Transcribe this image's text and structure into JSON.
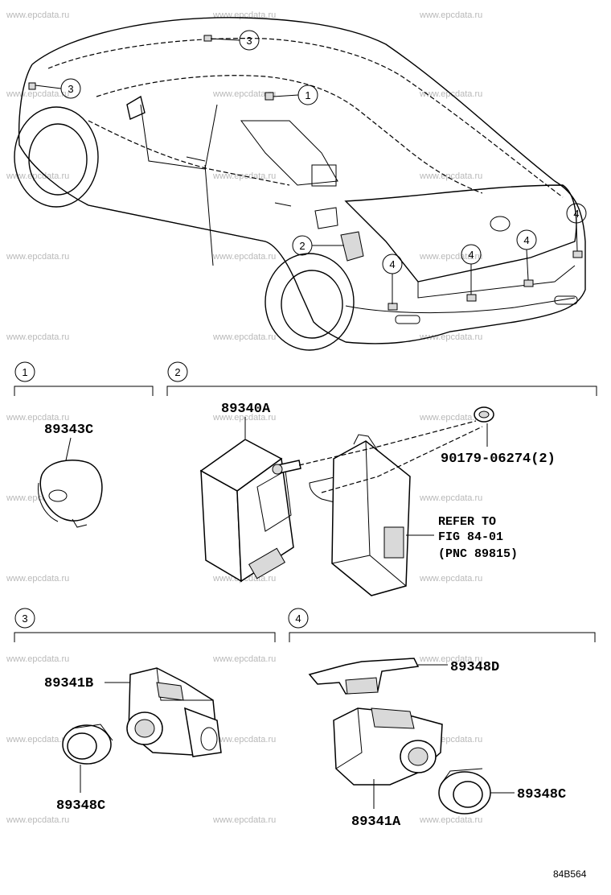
{
  "watermark": "www.epcdata.ru",
  "diagram_code": "84B564",
  "callouts_car": [
    {
      "num": "3"
    },
    {
      "num": "3"
    },
    {
      "num": "1"
    },
    {
      "num": "2"
    },
    {
      "num": "4"
    },
    {
      "num": "4"
    },
    {
      "num": "4"
    },
    {
      "num": "4"
    }
  ],
  "sections": [
    {
      "num": "1"
    },
    {
      "num": "2"
    },
    {
      "num": "3"
    },
    {
      "num": "4"
    }
  ],
  "parts": {
    "p89343C": "89343C",
    "p89340A": "89340A",
    "p90179": "90179-06274(2)",
    "refer_line1": "REFER TO",
    "refer_line2": "FIG 84-01",
    "refer_line3": "(PNC 89815)",
    "p89341B": "89341B",
    "p89348C_left": "89348C",
    "p89348D": "89348D",
    "p89341A": "89341A",
    "p89348C_right": "89348C"
  }
}
